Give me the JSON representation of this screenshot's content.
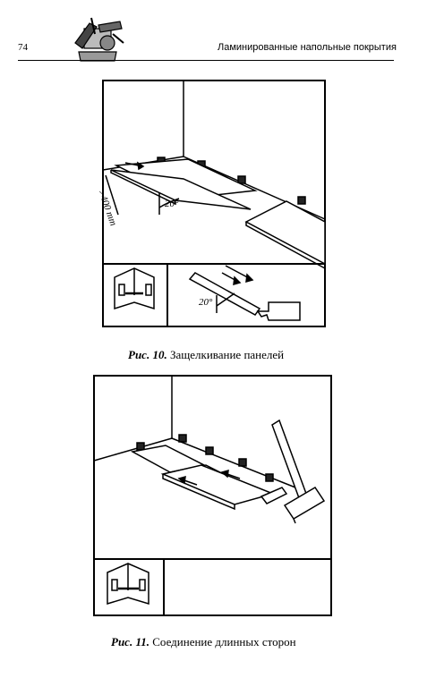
{
  "header": {
    "page_number": "74",
    "running_title": "Ламинированные напольные покрытия",
    "logo_icon": "hand-tools-logo-icon"
  },
  "figure10": {
    "label": "Рис. 10.",
    "caption": "Защелкивание панелей",
    "distance_label": ">400 mm",
    "angle_label_main": "20°",
    "angle_label_detail": "20°"
  },
  "figure11": {
    "label": "Рис. 11.",
    "caption": "Соединение длинных сторон"
  }
}
